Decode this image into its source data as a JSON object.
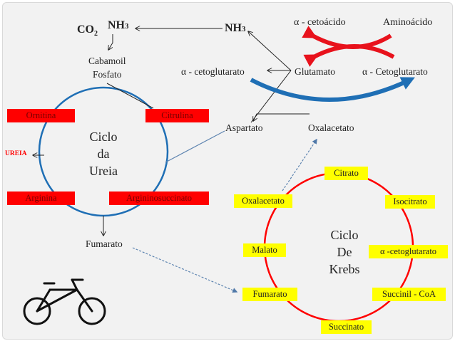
{
  "slide": {
    "metabolites": {
      "nh3_left": "NH",
      "nh3_left_sub": "3",
      "co2": "CO",
      "co2_sub": "2",
      "nh3_right": "NH",
      "nh3_right_sub": "3",
      "alpha_cetoacido": "α  - cetoácido",
      "aminoacido": "Aminoácido",
      "cabamoil_line1": "Cabamoil",
      "cabamoil_line2": "Fosfato",
      "alpha_cetoglutarato_left": "α - cetoglutarato",
      "glutamato": "Glutamato",
      "alpha_cetoglutarato_right": "α - Cetoglutarato",
      "aspartato": "Aspartato",
      "oxalacetato_top": "Oxalacetato",
      "ureia": "UREIA",
      "fumarato_urea": "Fumarato"
    },
    "urea_cycle": {
      "title_line1": "Ciclo",
      "title_line2": "da",
      "title_line3": "Ureia",
      "intermediates": {
        "ornitina": "Ornitina",
        "citrulina": "Citrulina",
        "arginina": "Arginina",
        "argininosuccinato": "Argininosuccinato"
      }
    },
    "krebs_cycle": {
      "title_line1": "Ciclo",
      "title_line2": "De",
      "title_line3": "Krebs",
      "intermediates": {
        "citrato": "Citrato",
        "isocitrato": "Isocitrato",
        "oxalacetato": "Oxalacetato",
        "alfa_cetoglutarato": "α -cetoglutarato",
        "malato": "Malato",
        "fumarato": "Fumarato",
        "succinil_coa": "Succinil - CoA",
        "succinato": "Succinato"
      }
    },
    "colors": {
      "urea_cycle_circle": "#1f6fb5",
      "krebs_cycle_circle": "#ff0000",
      "urea_box": "#ff0000",
      "krebs_box": "#ffff00",
      "transamination_red_arrows": "#e8121c",
      "transamination_blue_arrow": "#1f6fb5",
      "link_arrows": "#5d84b0"
    },
    "decoration": {
      "bicycle": "bicycle-icon"
    }
  }
}
